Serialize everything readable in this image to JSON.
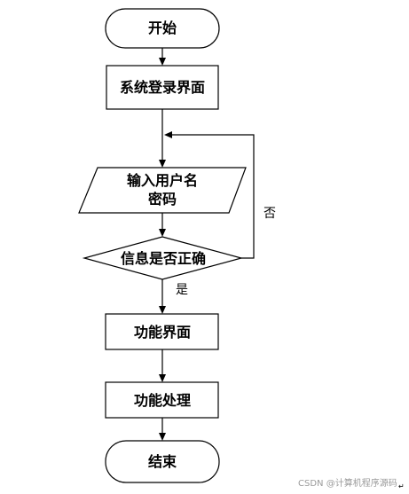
{
  "nodes": {
    "start": "开始",
    "login": "系统登录界面",
    "input_line1": "输入用户名",
    "input_line2": "密码",
    "decision": "信息是否正确",
    "func_ui": "功能界面",
    "func_proc": "功能处理",
    "end": "结束"
  },
  "edges": {
    "no_label": "否",
    "yes_label": "是"
  },
  "watermark": "CSDN @计算机程序源码",
  "paragraph_mark": "↵"
}
